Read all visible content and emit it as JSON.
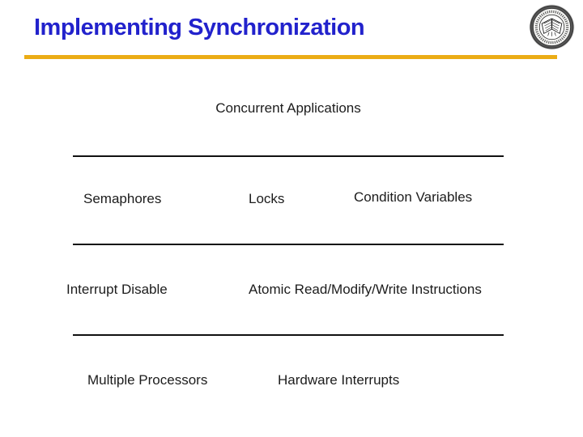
{
  "header": {
    "title": "Implementing Synchronization"
  },
  "logo": {
    "name": "university-seal"
  },
  "diagram": {
    "layers": [
      {
        "labels": [
          "Concurrent Applications"
        ]
      },
      {
        "labels": [
          "Semaphores",
          "Locks",
          "Condition Variables"
        ]
      },
      {
        "labels": [
          "Interrupt Disable",
          "Atomic Read/Modify/Write Instructions"
        ]
      },
      {
        "labels": [
          "Multiple Processors",
          "Hardware Interrupts"
        ]
      }
    ]
  },
  "colors": {
    "title": "#2222CC",
    "accent_rule": "#EBAC15",
    "text": "#1C1C1C",
    "line": "#111111"
  }
}
